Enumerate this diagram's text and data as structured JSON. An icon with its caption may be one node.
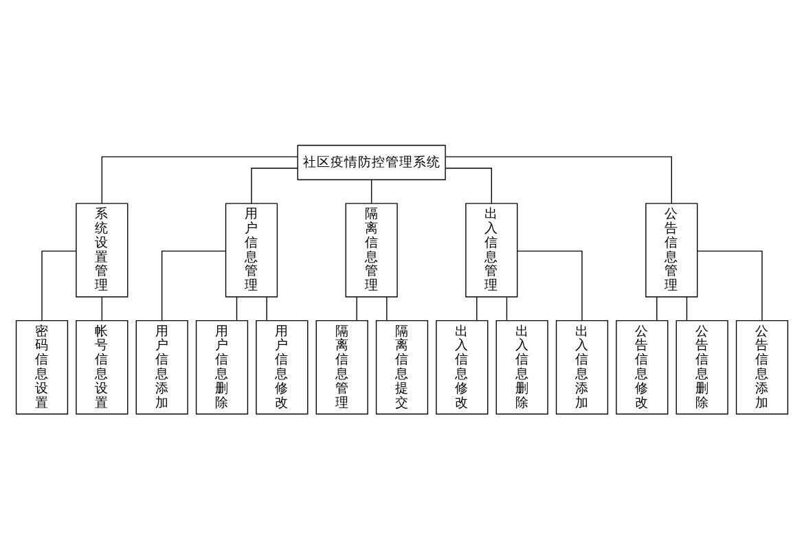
{
  "diagram": {
    "nodes": [
      {
        "text": [
          "社区疫情防控管理系统"
        ]
      },
      {
        "text": [
          "系统设置管理"
        ]
      },
      {
        "text": [
          "用户信息管理"
        ]
      },
      {
        "text": [
          "隔离信息管理"
        ]
      },
      {
        "text": [
          "出入信息管理"
        ]
      },
      {
        "text": [
          "公告信息管理"
        ]
      },
      {
        "text": [
          "密码信息设置"
        ]
      },
      {
        "text": [
          "帐号信息设置"
        ]
      },
      {
        "text": [
          "用户信息添加"
        ]
      },
      {
        "text": [
          "用户信息删除"
        ]
      },
      {
        "text": [
          "用户信息修改"
        ]
      },
      {
        "text": [
          "隔离信息管理"
        ]
      },
      {
        "text": [
          "隔离信息提交"
        ]
      },
      {
        "text": [
          "出入信息修改"
        ]
      },
      {
        "text": [
          "出入信息删除"
        ]
      },
      {
        "text": [
          "出入信息添加"
        ]
      },
      {
        "text": [
          "公告信息修改"
        ]
      },
      {
        "text": [
          "公告信息删除"
        ]
      },
      {
        "text": [
          "公告信息添加"
        ]
      }
    ],
    "edges": [
      {
        "from": 0,
        "to": 1,
        "arrow": "none"
      },
      {
        "from": 0,
        "to": 2,
        "arrow": "none"
      },
      {
        "from": 0,
        "to": 3,
        "arrow": "none"
      },
      {
        "from": 0,
        "to": 4,
        "arrow": "none"
      },
      {
        "from": 0,
        "to": 5,
        "arrow": "none"
      },
      {
        "from": 1,
        "to": 6,
        "arrow": "none"
      },
      {
        "from": 1,
        "to": 7,
        "arrow": "none"
      },
      {
        "from": 2,
        "to": 8,
        "arrow": "none"
      },
      {
        "from": 2,
        "to": 9,
        "arrow": "none"
      },
      {
        "from": 2,
        "to": 10,
        "arrow": "none"
      },
      {
        "from": 3,
        "to": 11,
        "arrow": "none"
      },
      {
        "from": 3,
        "to": 12,
        "arrow": "none"
      },
      {
        "from": 4,
        "to": 13,
        "arrow": "none"
      },
      {
        "from": 4,
        "to": 14,
        "arrow": "none"
      },
      {
        "from": 4,
        "to": 15,
        "arrow": "none"
      },
      {
        "from": 5,
        "to": 16,
        "arrow": "none"
      },
      {
        "from": 5,
        "to": 17,
        "arrow": "none"
      },
      {
        "from": 5,
        "to": 18,
        "arrow": "none"
      }
    ]
  }
}
